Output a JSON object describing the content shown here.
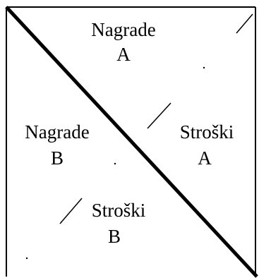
{
  "regions": {
    "nagrade_a": {
      "line1": "Nagrade",
      "line2": "A"
    },
    "nagrade_b": {
      "line1": "Nagrade",
      "line2": "B"
    },
    "stroski_a": {
      "line1": "Stroški",
      "line2": "A"
    },
    "stroski_b": {
      "line1": "Stroški",
      "line2": "B"
    }
  },
  "colors": {
    "line": "#000000",
    "background": "#ffffff"
  }
}
